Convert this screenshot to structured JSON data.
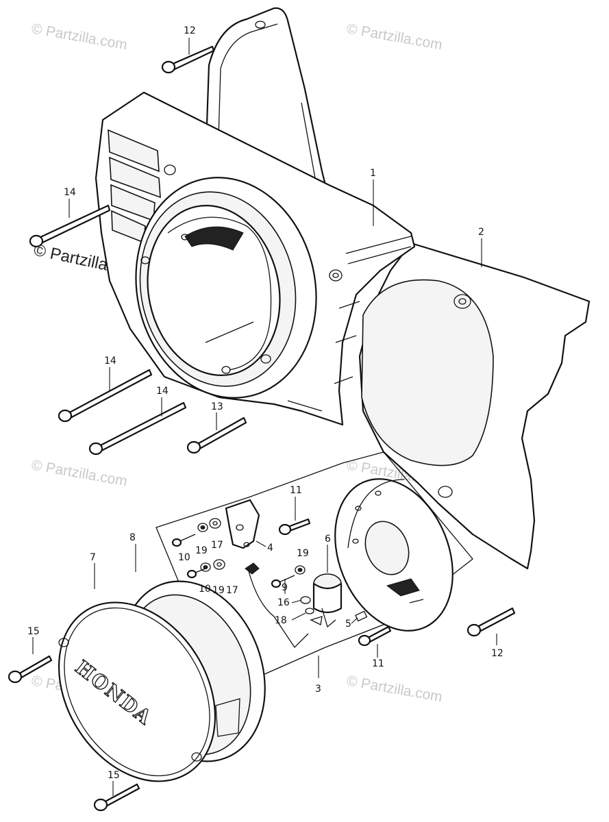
{
  "watermark": "© Partzilla.com",
  "watermark_dark": "© Partzilla.com",
  "cover_logo": "HONDA",
  "callouts": {
    "c1": "1",
    "c2": "2",
    "c3": "3",
    "c4": "4",
    "c5": "5",
    "c6": "6",
    "c7": "7",
    "c8": "8",
    "c9": "9",
    "c10a": "10",
    "c10b": "10",
    "c11a": "11",
    "c11b": "11",
    "c12a": "12",
    "c12b": "12",
    "c13": "13",
    "c14a": "14",
    "c14b": "14",
    "c14c": "14",
    "c15a": "15",
    "c15b": "15",
    "c16": "16",
    "c17a": "17",
    "c17b": "17",
    "c18": "18",
    "c19a": "19",
    "c19b": "19",
    "c19c": "19"
  }
}
